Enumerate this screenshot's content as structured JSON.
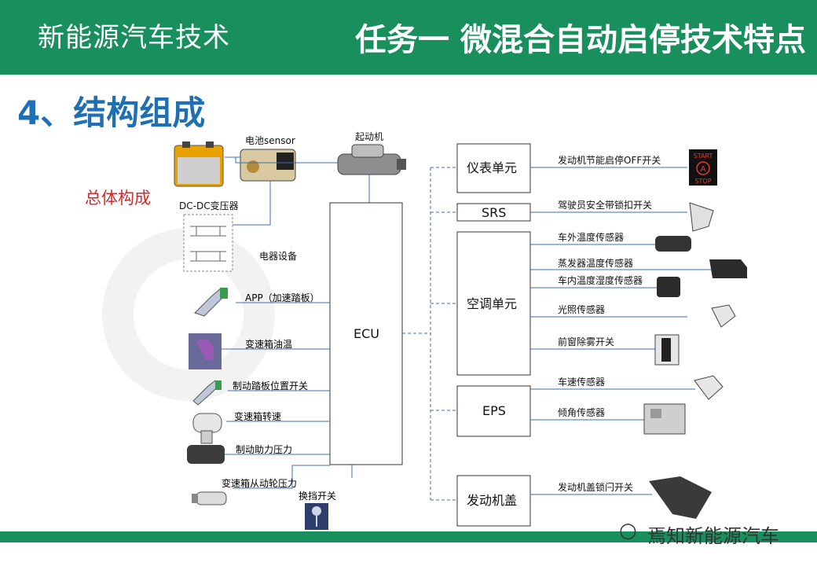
{
  "header": {
    "course": "新能源汽车技术",
    "title": "任务一 微混合自动启停技术特点"
  },
  "section": "4、结构组成",
  "overall_label": "总体构成",
  "top_components": {
    "battery_sensor": "电池sensor",
    "starter": "起动机",
    "dcdc": "DC-DC变压器",
    "electrical": "电器设备"
  },
  "ecu": "ECU",
  "left_inputs": [
    "APP（加速踏板）",
    "变速箱油温",
    "制动踏板位置开关",
    "变速箱转速",
    "制动助力压力",
    "变速箱从动轮压力",
    "换挡开关"
  ],
  "right_units": {
    "instrument": {
      "label": "仪表单元",
      "items": [
        "发动机节能启停OFF开关"
      ]
    },
    "srs": {
      "label": "SRS",
      "items": [
        "驾驶员安全带锁扣开关"
      ]
    },
    "ac": {
      "label": "空调单元",
      "items": [
        "车外温度传感器",
        "蒸发器温度传感器",
        "车内温度湿度传感器",
        "光照传感器",
        "前窗除雾开关"
      ]
    },
    "eps": {
      "label": "EPS",
      "items": [
        "车速传感器",
        "倾角传感器"
      ]
    },
    "hood": {
      "label": "发动机盖",
      "items": [
        "发动机盖锁闩开关"
      ]
    }
  },
  "start_stop_button": {
    "top": "START",
    "bottom": "STOP",
    "symbol": "A"
  },
  "watermark": "焉知新能源汽车",
  "colors": {
    "header": "#1a8f5e",
    "title_blue": "#1f6fb5",
    "overall_red": "#d22b2b",
    "line_blue": "#3b6fa8"
  }
}
